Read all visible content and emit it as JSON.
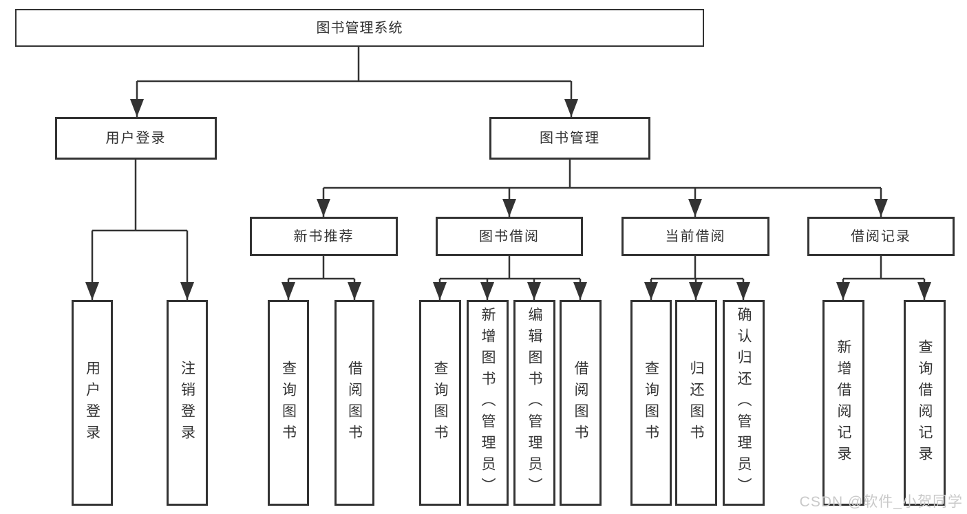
{
  "diagram_title": "图书管理系统",
  "colors": {
    "line": "#333333",
    "box_border": "#333333",
    "text": "#333333",
    "background": "#ffffff",
    "watermark": "#c9c9c9"
  },
  "tree": {
    "label": "图书管理系统",
    "children": [
      {
        "label": "用户登录",
        "children": [
          {
            "label": "用户登录"
          },
          {
            "label": "注销登录"
          }
        ]
      },
      {
        "label": "图书管理",
        "children": [
          {
            "label": "新书推荐",
            "children": [
              {
                "label": "查询图书"
              },
              {
                "label": "借阅图书"
              }
            ]
          },
          {
            "label": "图书借阅",
            "children": [
              {
                "label": "查询图书"
              },
              {
                "label": "新增图书（管理员）"
              },
              {
                "label": "编辑图书（管理员）"
              },
              {
                "label": "借阅图书"
              }
            ]
          },
          {
            "label": "当前借阅",
            "children": [
              {
                "label": "查询图书"
              },
              {
                "label": "归还图书"
              },
              {
                "label": "确认归还（管理员）"
              }
            ]
          },
          {
            "label": "借阅记录",
            "children": [
              {
                "label": "新增借阅记录"
              },
              {
                "label": "查询借阅记录"
              }
            ]
          }
        ]
      }
    ]
  },
  "watermark": {
    "text": "CSDN @软件_小贺同学"
  }
}
